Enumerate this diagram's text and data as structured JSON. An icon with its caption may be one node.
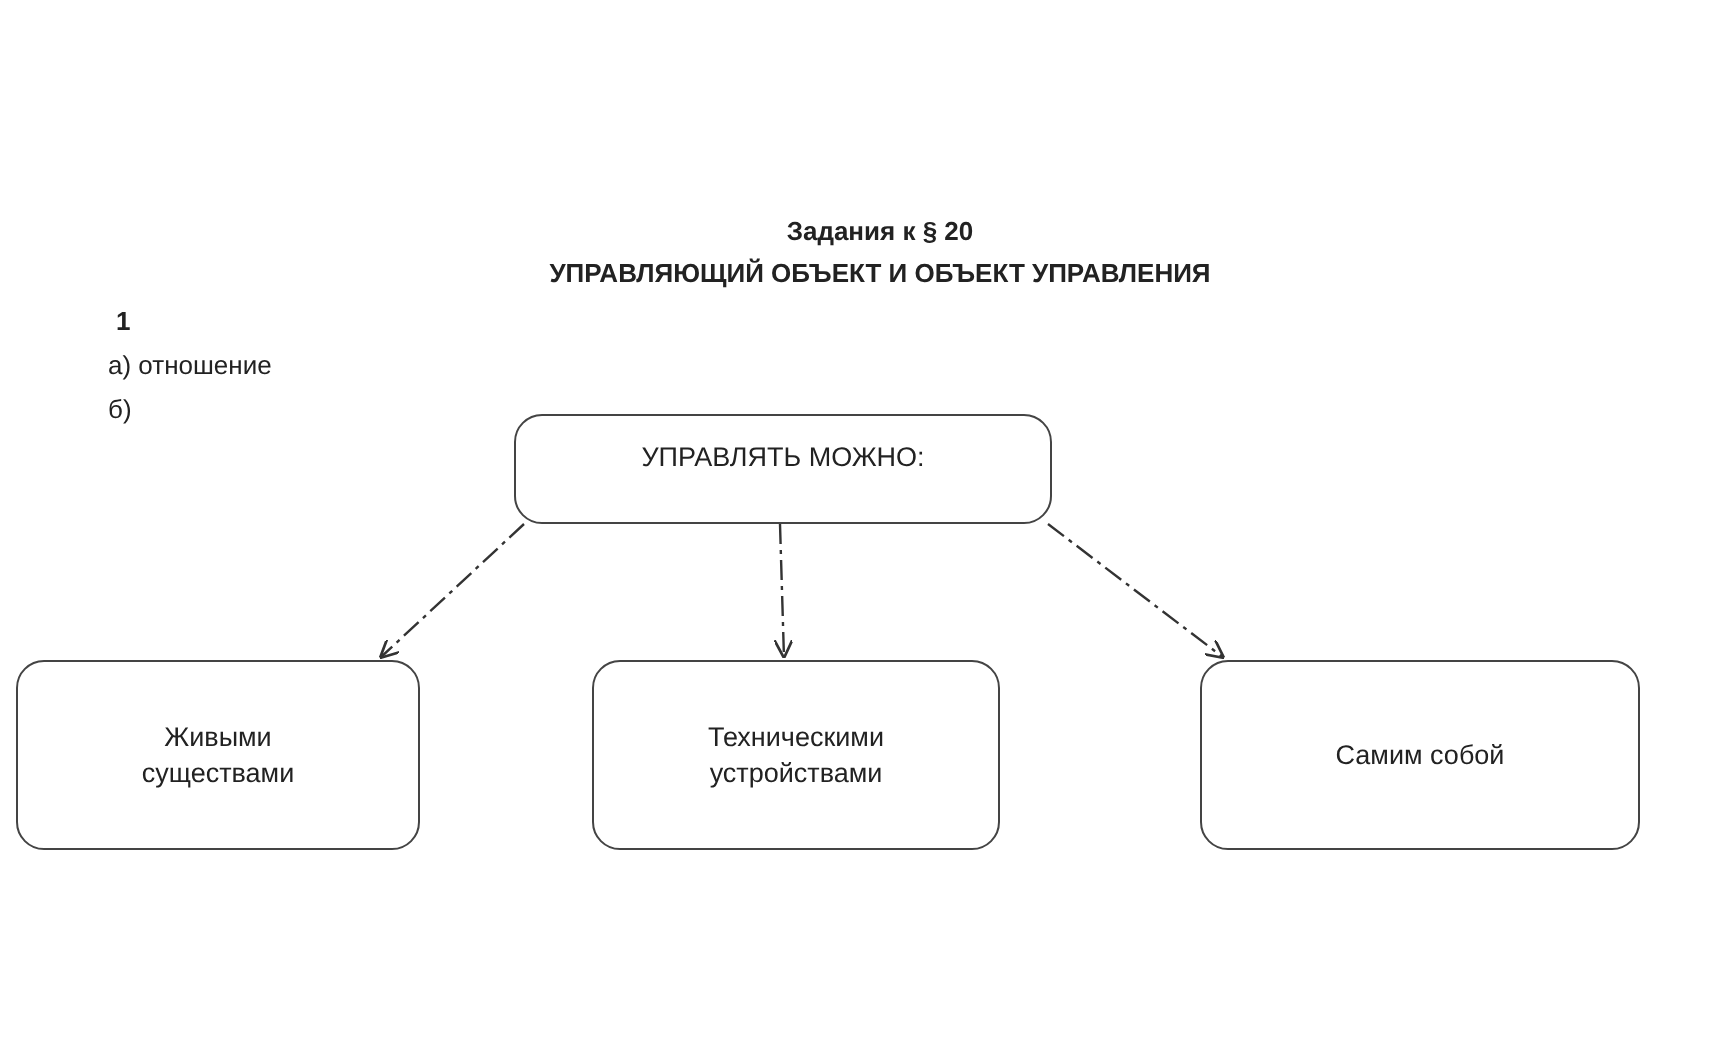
{
  "diagram": {
    "title": "Задания к § 20",
    "nodes": [
      {
        "text": [
          "УПРАВЛЯТЬ МОЖНО:"
        ]
      },
      {
        "text": [
          "Живыми существами"
        ]
      },
      {
        "text": [
          "Техническими устройствами"
        ]
      },
      {
        "text": [
          "Самим собой"
        ]
      }
    ],
    "edges": [
      {
        "from": 0,
        "to": 1,
        "arrow": "to",
        "style": "dashed"
      },
      {
        "from": 0,
        "to": 2,
        "arrow": "to",
        "style": "dashed"
      },
      {
        "from": 0,
        "to": 3,
        "arrow": "to",
        "style": "dashed"
      }
    ],
    "labels": [
      "УПРАВЛЯЮЩИЙ ОБЪЕКТ И ОБЪЕКТ УПРАВЛЕНИЯ",
      "1",
      "а) отношение",
      "б)"
    ]
  }
}
